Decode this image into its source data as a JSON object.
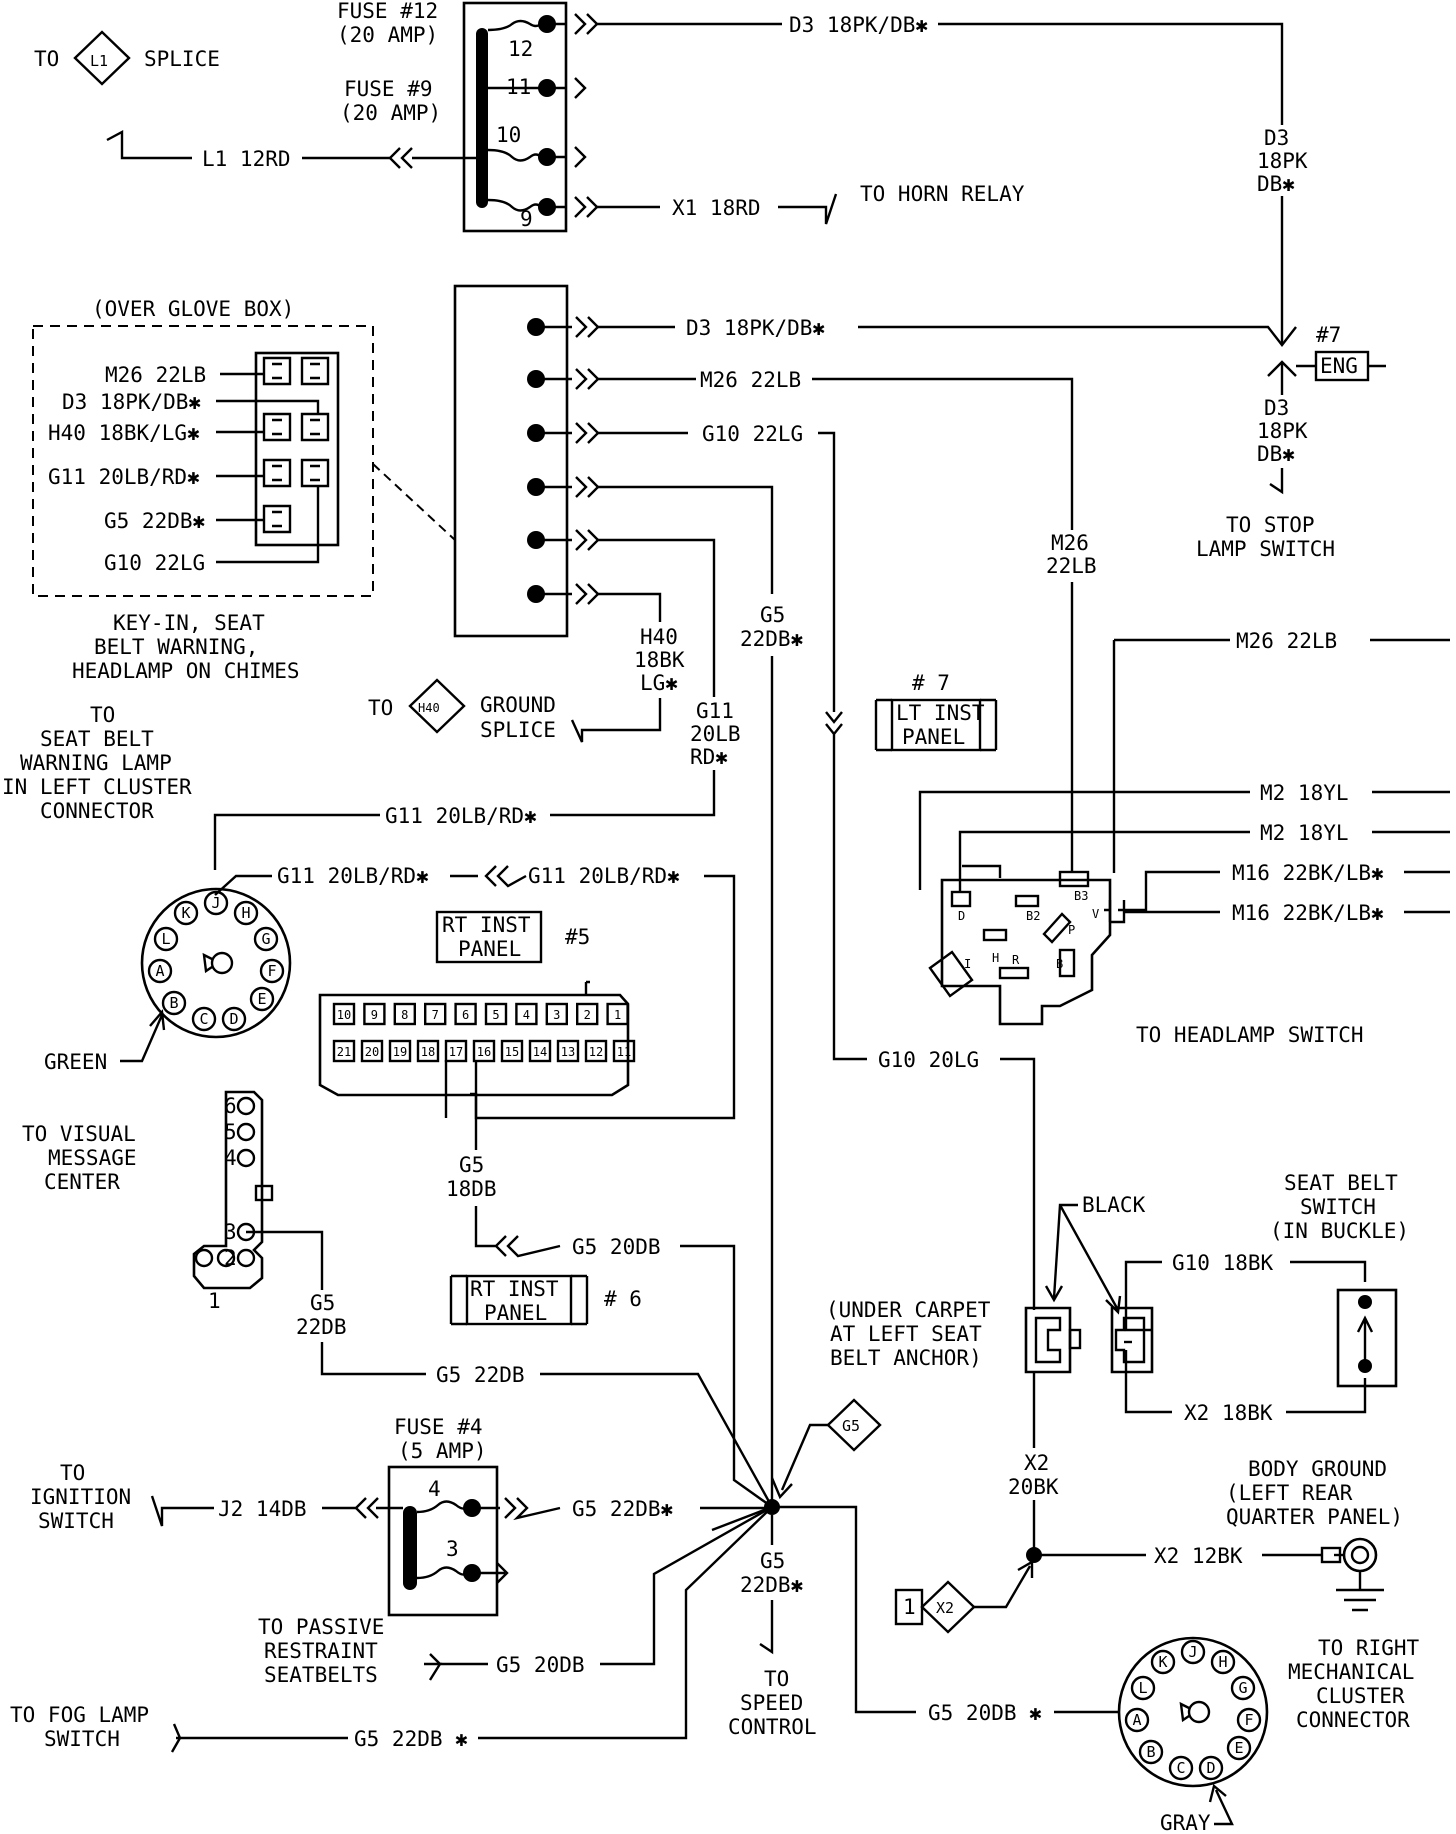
{
  "colors": {
    "ink": "#000000",
    "paper": "#ffffff"
  },
  "fuse_block": {
    "fuse12": [
      "FUSE #12",
      "(20 AMP)"
    ],
    "fuse9": [
      "FUSE #9",
      "(20 AMP)"
    ],
    "cav12": "12",
    "cav11": "11",
    "cav10": "10",
    "cav9": "9",
    "l1_to": "TO",
    "l1_id": "L1",
    "l1_splice": "SPLICE",
    "l1_wire": "L1 12RD",
    "d3_top": "D3 18PK/DB✱",
    "d3_vert": [
      "D3",
      "18PK",
      "DB✱"
    ],
    "x1_wire": "X1 18RD",
    "horn": "TO HORN RELAY"
  },
  "connector_block": {
    "glove_title": "(OVER GLOVE BOX)",
    "left_labels": [
      "M26 22LB",
      "D3 18PK/DB✱",
      "H40 18BK/LG✱",
      "G11 20LB/RD✱",
      "G5 22DB✱",
      "G10 22LG"
    ],
    "chimes": [
      "KEY-IN, SEAT",
      "BELT WARNING,",
      "HEADLAMP ON CHIMES"
    ],
    "d3_wire": "D3 18PK/DB✱",
    "m26_wire": "M26 22LB",
    "g10_wire": "G10 22LG",
    "h40_vert": [
      "H40",
      "18BK",
      "LG✱"
    ],
    "g5_vert": [
      "G5",
      "22DB✱"
    ],
    "g11_vert": [
      "G11",
      "20LB",
      "RD✱"
    ],
    "m26_vert": [
      "M26",
      "22LB"
    ],
    "h40_to": "TO",
    "h40_id": "H40",
    "h40_splice": [
      "GROUND",
      "SPLICE"
    ]
  },
  "eng": {
    "num": "#7",
    "label": "ENG",
    "d3_low": [
      "D3",
      "18PK",
      "DB✱"
    ],
    "stop": [
      "TO STOP",
      "LAMP SWITCH"
    ]
  },
  "lt_inst": {
    "num": "# 7",
    "label": [
      "LT INST",
      "PANEL"
    ]
  },
  "rt_inst5": {
    "label": [
      "RT INST",
      "PANEL"
    ],
    "num": "#5"
  },
  "rt_inst6": {
    "label": [
      "RT INST",
      "PANEL"
    ],
    "num": "# 6"
  },
  "seat_belt_lamp": [
    "TO",
    "SEAT BELT",
    "WARNING LAMP",
    "IN LEFT CLUSTER",
    "CONNECTOR"
  ],
  "g11_wires": {
    "a": "G11 20LB/RD✱",
    "b": "G11 20LB/RD✱",
    "c": "G11 20LB/RD✱"
  },
  "green_conn": {
    "pins": [
      "K",
      "J",
      "H",
      "L",
      "G",
      "A",
      "F",
      "B",
      "C",
      "D",
      "E"
    ],
    "label": "GREEN"
  },
  "gray_conn": {
    "pins": [
      "K",
      "J",
      "H",
      "L",
      "G",
      "A",
      "F",
      "B",
      "C",
      "D",
      "E"
    ],
    "label": "GRAY"
  },
  "cluster_pins": {
    "top": [
      "10",
      "9",
      "8",
      "7",
      "6",
      "5",
      "4",
      "3",
      "2",
      "1"
    ],
    "bottom": [
      "21",
      "20",
      "19",
      "18",
      "17",
      "16",
      "15",
      "14",
      "13",
      "12",
      "11"
    ]
  },
  "vmc": {
    "label": [
      "TO VISUAL",
      "MESSAGE",
      "CENTER"
    ],
    "pins": [
      "6",
      "5",
      "4",
      "3",
      "2",
      "1"
    ]
  },
  "g5_wires": {
    "g5_18db": [
      "G5",
      "18DB"
    ],
    "g5_20db_top": "G5 20DB",
    "g5_22db_vert": [
      "G5",
      "22DB"
    ],
    "g5_22db_mid": "G5 22DB",
    "g5_22db_fuse": "G5 22DB✱",
    "g5_20db_psr": "G5 20DB",
    "g5_22db_fog": "G5 22DB ✱",
    "g5_20db_gray": "G5 20DB ✱",
    "g5_splice_vert": [
      "G5",
      "22DB✱"
    ],
    "g5_tag": "G5"
  },
  "fuse4": {
    "title": [
      "FUSE #4",
      "(5 AMP)"
    ],
    "c4": "4",
    "c3": "3",
    "j2": "J2 14DB"
  },
  "ign": [
    "TO",
    "IGNITION",
    "SWITCH"
  ],
  "psr": [
    "TO PASSIVE",
    "RESTRAINT",
    "SEATBELTS"
  ],
  "fog": [
    "TO FOG LAMP",
    "SWITCH"
  ],
  "speed": [
    "TO",
    "SPEED",
    "CONTROL"
  ],
  "headlamp": {
    "m26": "M26 22LB",
    "m2a": "M2 18YL",
    "m2b": "M2 18YL",
    "m16a": "M16 22BK/LB✱",
    "m16b": "M16 22BK/LB✱",
    "pins": [
      "D",
      "B3",
      "B2",
      "V",
      "P",
      "H",
      "I",
      "R",
      "B"
    ],
    "label": "TO HEADLAMP SWITCH"
  },
  "seatbelt_sw": {
    "g10_20lg": "G10 20LG",
    "black": "BLACK",
    "under": [
      "(UNDER CARPET",
      "AT LEFT SEAT",
      "BELT ANCHOR)"
    ],
    "g10_18bk": "G10 18BK",
    "x2_18bk": "X2 18BK",
    "title": [
      "SEAT BELT",
      "SWITCH",
      "(IN BUCKLE)"
    ],
    "x2_vert": [
      "X2",
      "20BK"
    ]
  },
  "ground": {
    "x2_12bk": "X2 12BK",
    "title": [
      "BODY GROUND",
      "(LEFT REAR",
      "QUARTER PANEL)"
    ],
    "x2_num": "1",
    "x2_id": "X2"
  },
  "right_cluster": [
    "TO RIGHT",
    "MECHANICAL",
    "CLUSTER",
    "CONNECTOR"
  ]
}
